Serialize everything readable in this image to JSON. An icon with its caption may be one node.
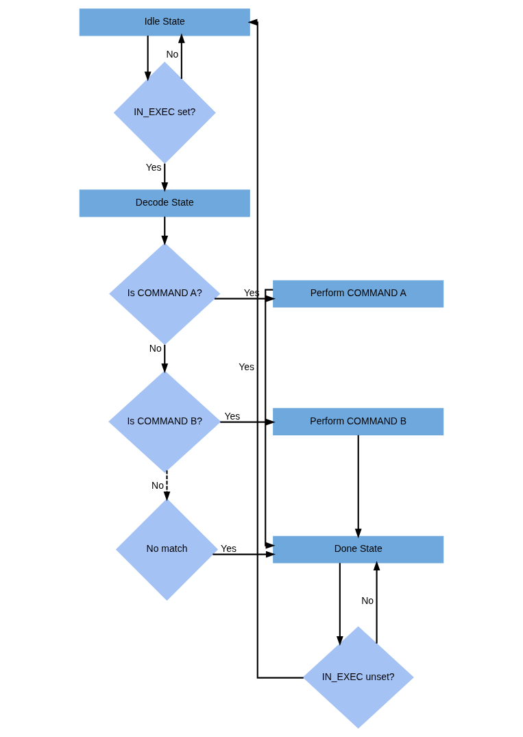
{
  "diagram": {
    "nodes": [
      {
        "text": [
          "Idle State"
        ]
      },
      {
        "text": [
          "IN_EXEC set?"
        ]
      },
      {
        "text": [
          "Decode State"
        ]
      },
      {
        "text": [
          "Is COMMAND A?"
        ]
      },
      {
        "text": [
          "Perform COMMAND A"
        ]
      },
      {
        "text": [
          "Is COMMAND B?"
        ]
      },
      {
        "text": [
          "Perform COMMAND B"
        ]
      },
      {
        "text": [
          "No match"
        ]
      },
      {
        "text": [
          "Done State"
        ]
      },
      {
        "text": [
          "IN_EXEC unset?"
        ]
      }
    ],
    "edges": [
      {
        "from": 0,
        "to": 1,
        "arrow": "to"
      },
      {
        "from": 1,
        "to": 0,
        "arrow": "to",
        "label": "No"
      },
      {
        "from": 1,
        "to": 2,
        "arrow": "to",
        "label": "Yes"
      },
      {
        "from": 2,
        "to": 3,
        "arrow": "to"
      },
      {
        "from": 3,
        "to": 4,
        "arrow": "to",
        "label": "Yes"
      },
      {
        "from": 3,
        "to": 5,
        "arrow": "to",
        "label": "No"
      },
      {
        "from": 5,
        "to": 6,
        "arrow": "to",
        "label": "Yes"
      },
      {
        "from": 5,
        "to": 7,
        "arrow": "to",
        "label": "No",
        "style": "dashed"
      },
      {
        "from": 4,
        "to": 8,
        "arrow": "to"
      },
      {
        "from": 6,
        "to": 8,
        "arrow": "to"
      },
      {
        "from": 7,
        "to": 8,
        "arrow": "to",
        "label": "Yes"
      },
      {
        "from": 8,
        "to": 9,
        "arrow": "to"
      },
      {
        "from": 9,
        "to": 0,
        "arrow": "to",
        "label": "Yes"
      },
      {
        "from": 9,
        "to": 8,
        "arrow": "to",
        "label": "No"
      }
    ]
  }
}
